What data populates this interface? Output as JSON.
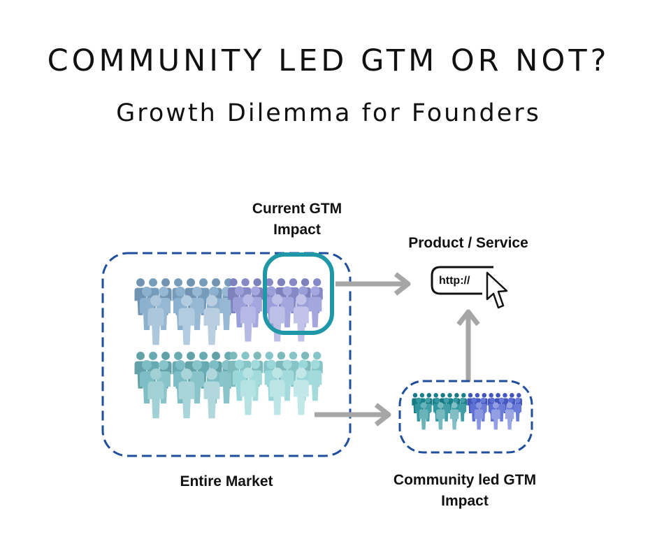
{
  "header": {
    "title": "COMMUNITY LED GTM OR NOT?",
    "subtitle": "Growth Dilemma for Founders"
  },
  "labels": {
    "current_gtm": [
      "Current GTM",
      "Impact"
    ],
    "product_service": "Product / Service",
    "entire_market": "Entire Market",
    "community_gtm": [
      "Community led GTM",
      "Impact"
    ]
  },
  "browser": {
    "url_text": "http://"
  },
  "colors": {
    "dashed_border": "#1f4e9c",
    "highlight_ring": "#1f97a6",
    "arrow": "#a6a6a6",
    "crowd_blue": "#7fa8c9",
    "crowd_purple": "#8f94d6",
    "crowd_teal": "#6fb7bf",
    "crowd_cyan": "#8fd3d6"
  },
  "icons": {
    "people": "people-crowd-icon",
    "cursor": "cursor-arrow-icon"
  }
}
